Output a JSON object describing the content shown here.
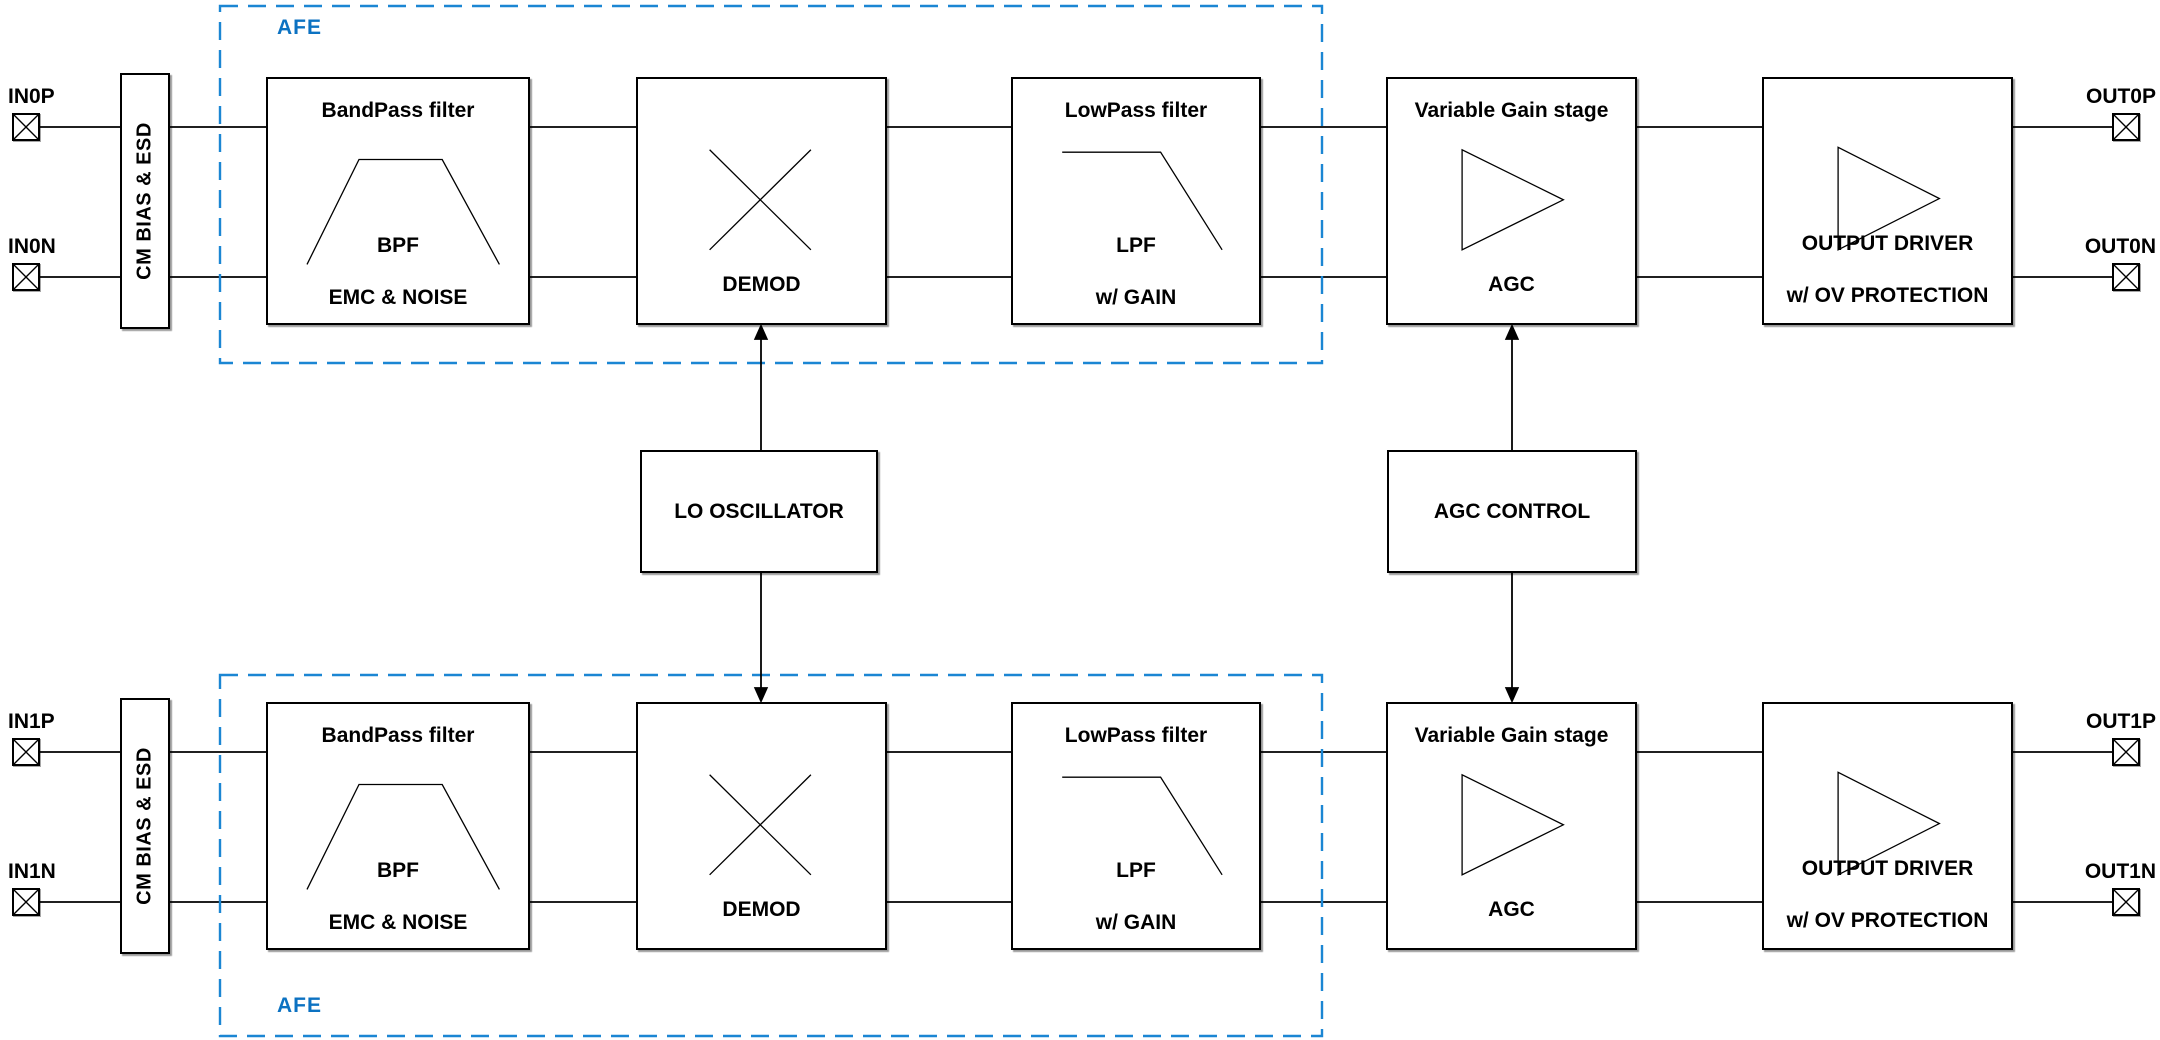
{
  "palette": {
    "line_black": "#000000",
    "afe_label_blue": "#0c72c2",
    "afe_dash_blue": "#1b86d3",
    "background": "#ffffff"
  },
  "afe": {
    "label": "AFE"
  },
  "blocks": {
    "cm_bias_esd": {
      "label": "CM BIAS & ESD"
    },
    "bandpass": {
      "title": "BandPass filter",
      "caption1": "BPF",
      "caption2": "EMC & NOISE"
    },
    "demod": {
      "caption": "DEMOD"
    },
    "lowpass": {
      "title": "LowPass filter",
      "caption1": "LPF",
      "caption2": "w/ GAIN"
    },
    "vga": {
      "title": "Variable Gain stage",
      "caption": "AGC"
    },
    "output_driver": {
      "caption1": "OUTPUT DRIVER",
      "caption2": "w/ OV PROTECTION"
    },
    "lo_oscillator": {
      "label": "LO OSCILLATOR"
    },
    "agc_control": {
      "label": "AGC CONTROL"
    }
  },
  "channels": [
    {
      "in_p": "IN0P",
      "in_n": "IN0N",
      "out_p": "OUT0P",
      "out_n": "OUT0N"
    },
    {
      "in_p": "IN1P",
      "in_n": "IN1N",
      "out_p": "OUT1P",
      "out_n": "OUT1N"
    }
  ],
  "connections": [
    "LO OSCILLATOR -> DEMOD (channel 0, arrow up)",
    "LO OSCILLATOR -> DEMOD (channel 1, arrow down)",
    "AGC CONTROL -> Variable Gain stage (channel 0, arrow up)",
    "AGC CONTROL -> Variable Gain stage (channel 1, arrow down)"
  ],
  "icons": {
    "bandpass_response": "open trapezoid outline",
    "mixer": "diagonal x-cross",
    "lowpass_response": "flat line falling to the right",
    "amplifier": "right-pointing triangle outline",
    "io_pad": "square with diagonal cross"
  }
}
